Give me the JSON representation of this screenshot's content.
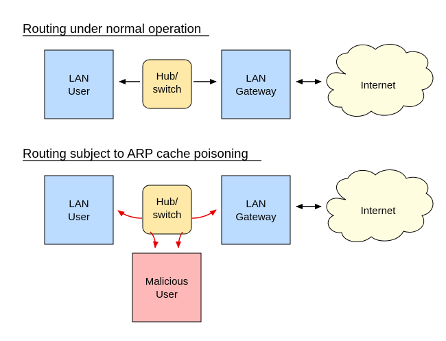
{
  "colors": {
    "lan_node_fill": "#bcdcff",
    "hub_fill": "#ffe9a8",
    "cloud_fill": "#fffde0",
    "malicious_fill": "#ffb8b8",
    "normal_link": "#000000",
    "poisoned_link": "#e60000"
  },
  "normal": {
    "title": "Routing under normal operation",
    "lan_user": {
      "line1": "LAN",
      "line2": "User"
    },
    "hub": {
      "line1": "Hub/",
      "line2": "switch"
    },
    "gateway": {
      "line1": "LAN",
      "line2": "Gateway"
    },
    "internet": "Internet"
  },
  "poisoned": {
    "title": "Routing subject to ARP cache poisoning",
    "lan_user": {
      "line1": "LAN",
      "line2": "User"
    },
    "hub": {
      "line1": "Hub/",
      "line2": "switch"
    },
    "gateway": {
      "line1": "LAN",
      "line2": "Gateway"
    },
    "internet": "Internet",
    "malicious": {
      "line1": "Malicious",
      "line2": "User"
    }
  }
}
